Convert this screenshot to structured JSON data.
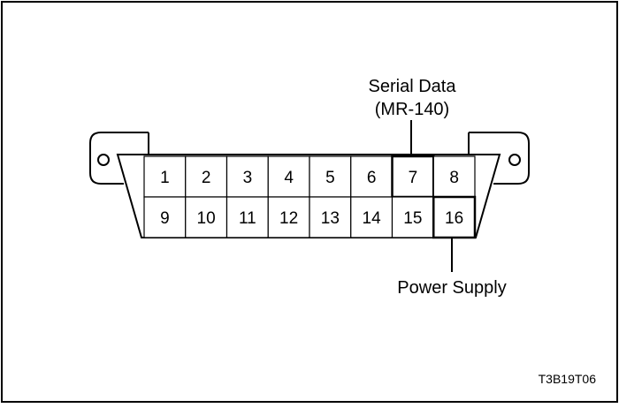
{
  "diagram": {
    "connector": {
      "top_row": [
        "1",
        "2",
        "3",
        "4",
        "5",
        "6",
        "7",
        "8"
      ],
      "bottom_row": [
        "9",
        "10",
        "11",
        "12",
        "13",
        "14",
        "15",
        "16"
      ]
    },
    "callouts": {
      "serial_data": {
        "line1": "Serial Data",
        "line2": "(MR-140)"
      },
      "power_supply": {
        "label": "Power Supply"
      }
    },
    "figure_code": "T3B19T06"
  }
}
